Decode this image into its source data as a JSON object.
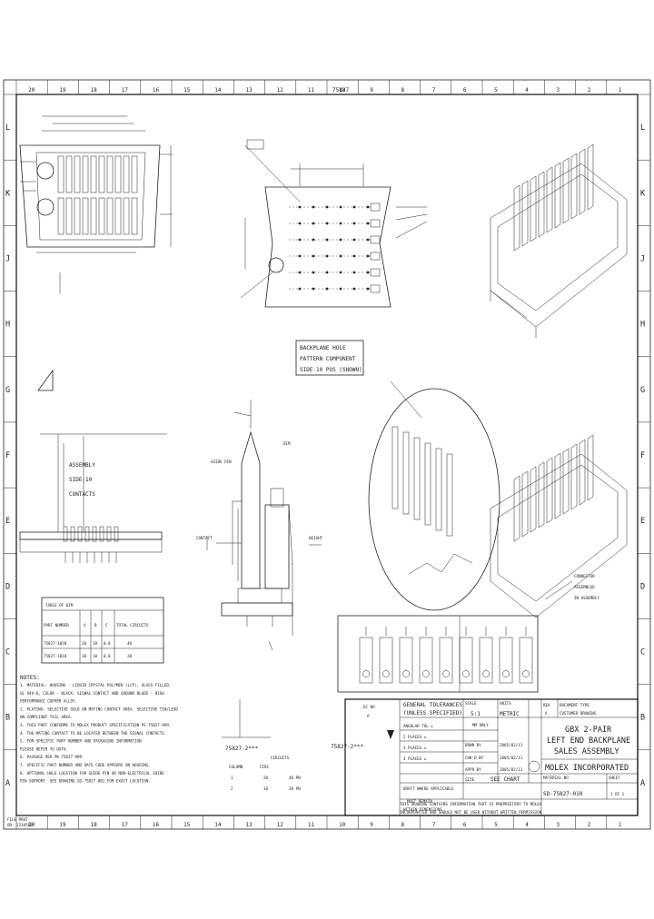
{
  "drawing": {
    "part_top_label": "75827",
    "part_bottom_label": "75827-2***",
    "columns": [
      "20",
      "19",
      "18",
      "17",
      "16",
      "15",
      "14",
      "13",
      "12",
      "11",
      "10",
      "9",
      "8",
      "7",
      "6",
      "5",
      "4",
      "3",
      "2",
      "1"
    ],
    "rows": [
      "L",
      "K",
      "J",
      "H",
      "G",
      "F",
      "E",
      "D",
      "C",
      "B",
      "A"
    ]
  },
  "views": {
    "backplane_note": [
      "BACKPLANE HOLE",
      "PATTERN COMPONENT",
      "SIDE-10 POS (SHOWN)"
    ],
    "assembly_callouts": [
      "ASSEMBLY",
      "SIDE-10",
      "CONTACTS"
    ],
    "pin_callouts": [
      "GUIDE PIN",
      "CONTACT",
      "HEIGHT"
    ],
    "pin_label": "DIM",
    "mating_note": [
      "CONNECTOR",
      "ASSEMBLED",
      "IN ASSEMBLY"
    ]
  },
  "table": {
    "title": "TABLE OF DIM",
    "headers": [
      "PART NUMBER",
      "A",
      "B",
      "C",
      "TOTAL CIRCUITS"
    ],
    "rows": [
      [
        "75827-1020",
        "20",
        "10",
        "0.0",
        "40"
      ],
      [
        "75827-1010",
        "10",
        "10",
        "0.0",
        "20"
      ]
    ]
  },
  "notes": {
    "title": "NOTES:",
    "items": [
      "1. MATERIAL: HOUSING - LIQUID CRYSTAL POLYMER (LCP), GLASS FILLED,",
      "   UL 94V-0, COLOR - BLACK. SIGNAL CONTACT AND GROUND BLADE - HIGH",
      "   PERFORMANCE COPPER ALLOY.",
      "2. PLATING: SELECTIVE GOLD ON MATING CONTACT AREA. SELECTIVE TIN/LEAD",
      "   ON COMPLIANT TAIL AREA.",
      "3. THIS PART CONFORMS TO MOLEX PRODUCT SPECIFICATION PS-75827-999.",
      "4. THE MATING CONTACT TO BE LOCATED BETWEEN THE SIGNAL CONTACTS.",
      "5. FOR SPECIFIC PART NUMBER AND PACKAGING INFORMATION",
      "   PLEASE REFER TO DATA.",
      "6. PACKAGE PER PK-75827-999.",
      "7. SPECIFIC PART NUMBER AND DATE CODE APPEARS ON HOUSING.",
      "8. OPTIONAL HOLE LOCATION FOR GUIDE PIN OR NON-ELECTRICAL GUIDE",
      "   PIN SUPPORT. SEE DRAWING SD-75827-001 FOR EXACT LOCATION."
    ]
  },
  "part_chart": {
    "header": [
      "75827-2***",
      "CIRCUITS"
    ],
    "col_labels": [
      "COLUMN",
      "CIRC"
    ],
    "rows": [
      [
        "1",
        "20",
        "40 PN"
      ],
      [
        "2",
        "10",
        "20 PN"
      ]
    ]
  },
  "title_block": {
    "tolerance_header": [
      "GENERAL TOLERANCES",
      "(UNLESS SPECIFIED)"
    ],
    "tolerance_rows": [
      "ANGULAR TOL ±",
      "2 PLACES ±",
      "3 PLACES ±",
      "4 PLACES ±"
    ],
    "drawing_units": "MM ONLY",
    "scale_label": "SCALE",
    "scale_value": "5:1",
    "units_label": "UNITS",
    "units_value": "METRIC",
    "drawn_label": "DRWN BY",
    "drawn_value": "2005/02/11",
    "chk_label": "CHK'D BY",
    "chk_value": "2005/02/11",
    "appr_label": "APPR BY",
    "appr_value": "2005/02/11",
    "sheet_size": "SIZE",
    "doc_series": "SEE CHART",
    "title_lines": [
      "GBX 2-PAIR",
      "LEFT END BACKPLANE",
      "SALES ASSEMBLY"
    ],
    "company": "MOLEX INCORPORATED",
    "document_number": "SD-75827-010",
    "sheet_label": "SHEET",
    "sheet_value": "1 OF 1",
    "proprietary": [
      "THIS DRAWING CONTAINS INFORMATION THAT IS PROPRIETARY TO MOLEX",
      "INCORPORATED AND SHOULD NOT BE USED WITHOUT WRITTEN PERMISSION"
    ],
    "draft_note": "DRAFT WHERE APPLICABLE",
    "must_remain": "MUST REMAIN",
    "within_dims": "WITHIN DIMENSIONS",
    "rev_label": "REV",
    "rev_value": "A",
    "ec_label": "EC NO",
    "ec_value": "A",
    "doc_type_label": "DOCUMENT TYPE",
    "doc_type_value": "CUSTOMER DRAWING",
    "mt_label": "MATERIAL NO"
  },
  "corner_label": [
    "FILE PROT",
    "OR: 1234568"
  ]
}
